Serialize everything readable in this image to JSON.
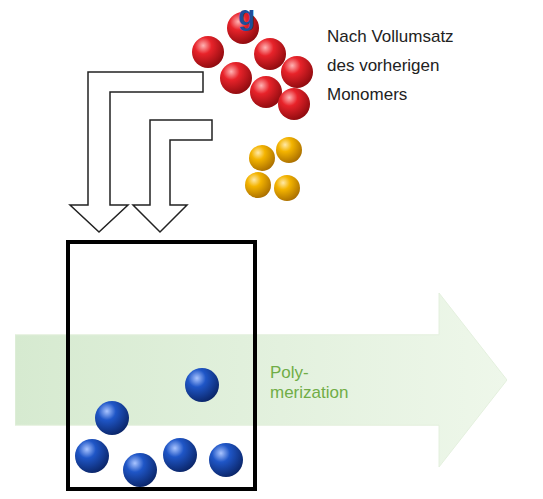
{
  "diagram": {
    "nodes": [
      {
        "text": [
          "Poly- merization"
        ]
      }
    ],
    "labels": [
      "g",
      "Nach Vollumsatz des vorherigen Monomers"
    ]
  }
}
